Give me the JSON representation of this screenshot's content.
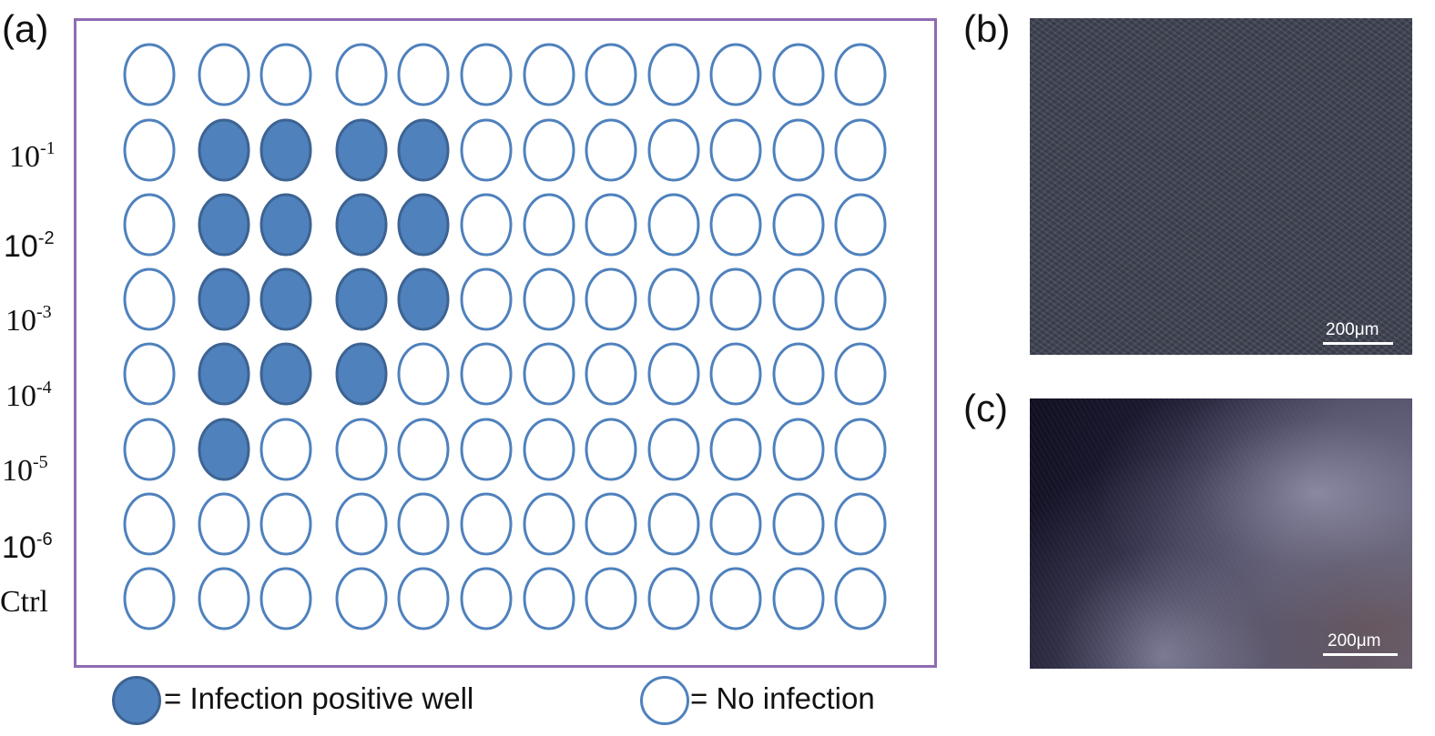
{
  "panels": {
    "a": "(a)",
    "b": "(b)",
    "c": "(c)"
  },
  "plate": {
    "rows": [
      {
        "base": "",
        "exp": "",
        "plain": ""
      },
      {
        "base": "10",
        "exp": "-1",
        "plain": ""
      },
      {
        "base": "10",
        "exp": "-2",
        "plain": ""
      },
      {
        "base": "10",
        "exp": "-3",
        "plain": ""
      },
      {
        "base": "10",
        "exp": "-4",
        "plain": ""
      },
      {
        "base": "10",
        "exp": "-5",
        "plain": ""
      },
      {
        "base": "10",
        "exp": "-6",
        "plain": ""
      },
      {
        "base": "",
        "exp": "",
        "plain": "Ctrl"
      }
    ],
    "columns": 12,
    "positive_wells": [
      [],
      [
        1,
        2,
        3,
        4
      ],
      [
        1,
        2,
        3,
        4
      ],
      [
        1,
        2,
        3,
        4
      ],
      [
        1,
        2,
        3
      ],
      [
        1
      ],
      [],
      []
    ]
  },
  "micrographs": {
    "b": {
      "scale": "200μm"
    },
    "c": {
      "scale": "200μm"
    }
  },
  "legend": {
    "positive": "= Infection positive well",
    "negative": "=  No infection"
  },
  "colors": {
    "filled": "#4f81bd",
    "filled_stroke": "#3d6392",
    "empty_stroke": "#4f81bd",
    "frame": "#8e6bb3"
  }
}
